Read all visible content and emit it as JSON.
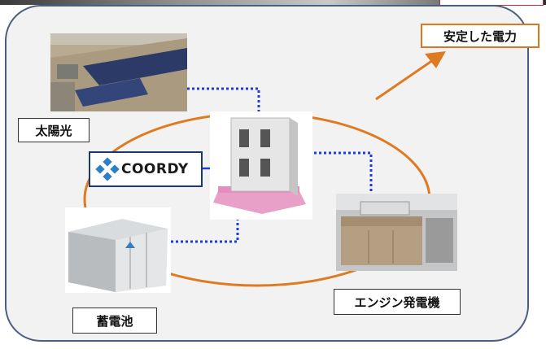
{
  "labels": {
    "solar": "太陽光",
    "battery": "蓄電池",
    "engine": "エンジン発電機",
    "output": "安定した電力"
  },
  "brand": {
    "name": "COORDY"
  },
  "colors": {
    "loop": "#e07a20",
    "connector": "#1d3fd1",
    "panel_border": "#4a6080",
    "brand_blue": "#2f7fc4"
  }
}
